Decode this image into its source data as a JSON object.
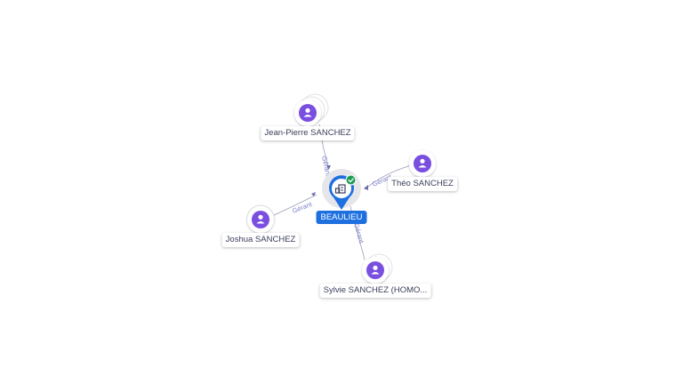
{
  "company": {
    "name": "BEAULIEU",
    "icon": "building-icon",
    "status_icon": "check-badge-icon",
    "colors": {
      "pin": "#1e6fe0",
      "status": "#1f9d55"
    }
  },
  "edge_label": "Gérant",
  "persons": [
    {
      "id": "jean-pierre",
      "name": "Jean-Pierre SANCHEZ",
      "role": "Gérant",
      "icon": "person-icon"
    },
    {
      "id": "theo",
      "name": "Théo SANCHEZ",
      "role": "Gérant",
      "icon": "person-icon"
    },
    {
      "id": "joshua",
      "name": "Joshua SANCHEZ",
      "role": "Gérant",
      "icon": "person-icon"
    },
    {
      "id": "sylvie",
      "name": "Sylvie SANCHEZ (HOMO...",
      "role": "Gérant",
      "icon": "person-icon"
    }
  ],
  "colors": {
    "avatar": "#7a4fe0",
    "edge": "#9a9cb8",
    "edge_text": "#7b7fc9"
  }
}
